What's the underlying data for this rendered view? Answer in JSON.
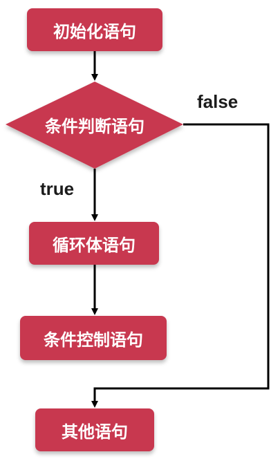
{
  "diagram": {
    "nodes": {
      "init": "初始化语句",
      "condition": "条件判断语句",
      "loop_body": "循环体语句",
      "control": "条件控制语句",
      "other": "其他语句"
    },
    "edge_labels": {
      "true": "true",
      "false": "false"
    },
    "colors": {
      "node_fill": "#c8384f",
      "line": "#000000",
      "text": "#ffffff"
    }
  }
}
